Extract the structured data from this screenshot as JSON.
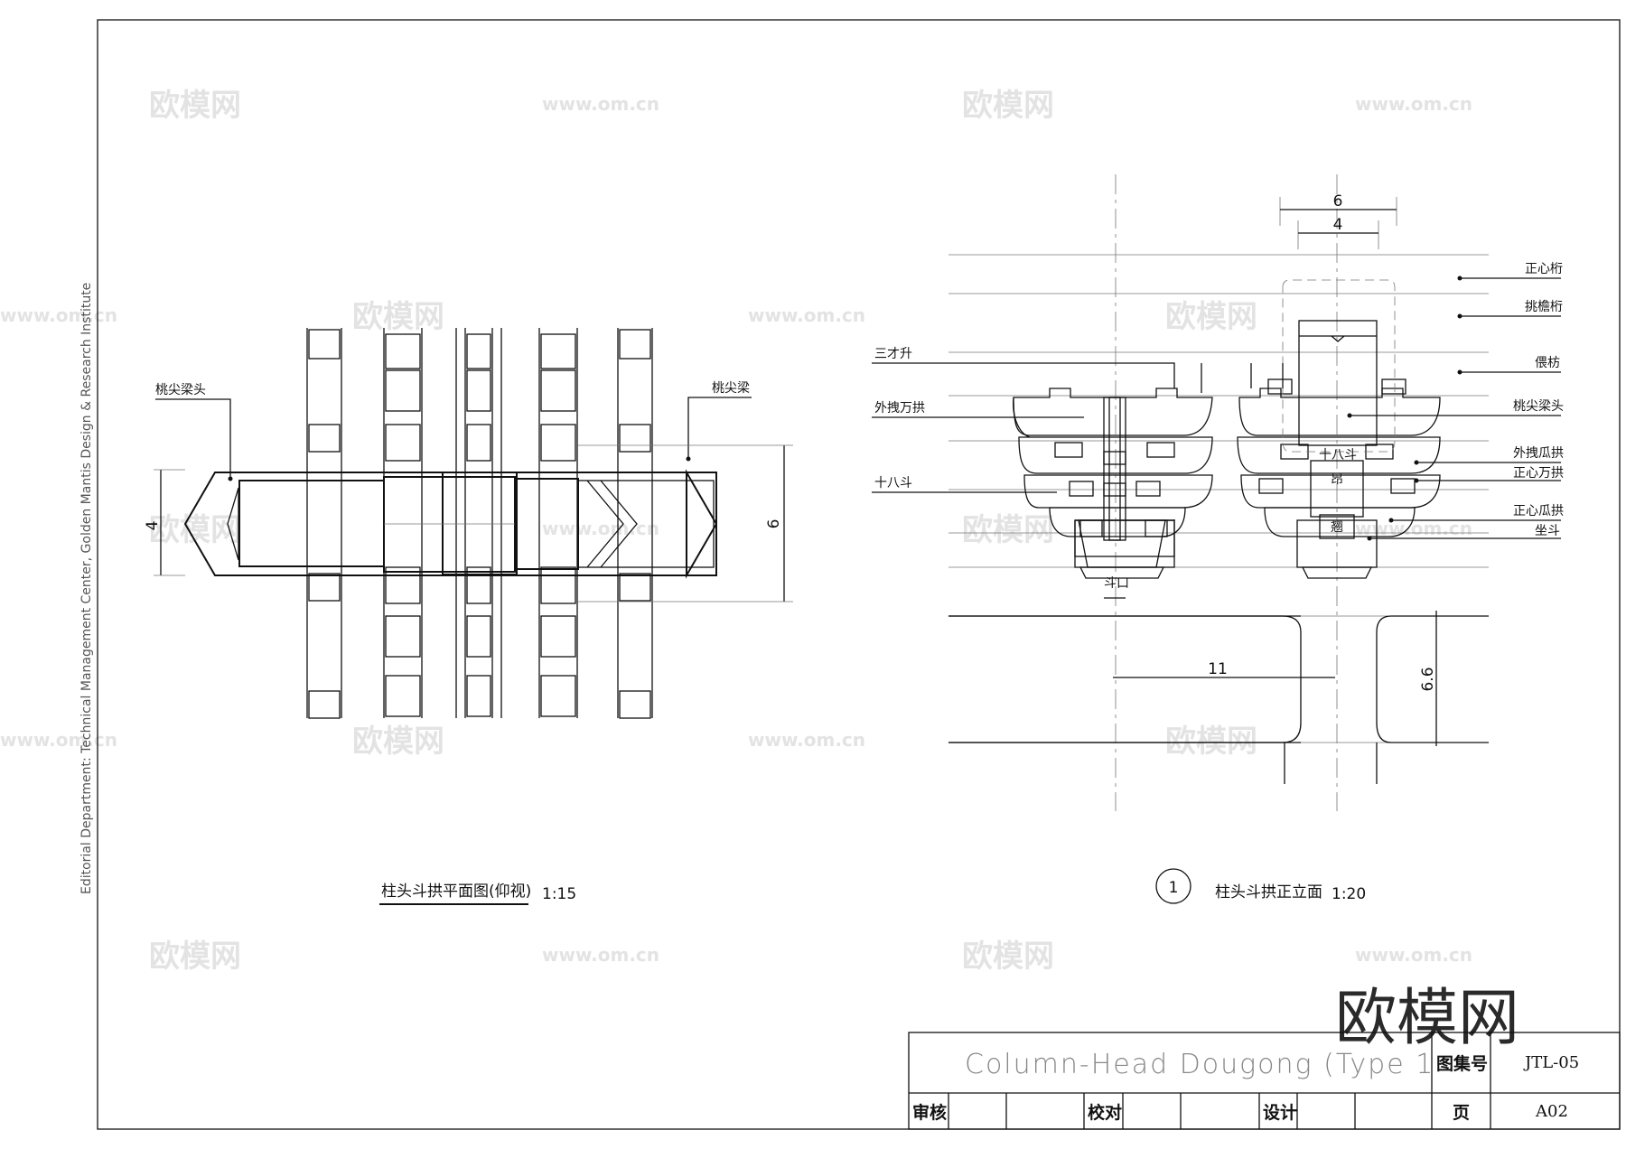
{
  "side_credit": "Editorial Department: Technical Management Center, Golden Mantis Design & Research Institute",
  "watermarks": {
    "brand": "欧模网",
    "site": "www.om.cn"
  },
  "plan_view": {
    "caption": "柱头斗拱平面图(仰视)",
    "scale": "1:15",
    "labels": {
      "left": "桃尖梁头",
      "right": "桃尖梁"
    },
    "dims": {
      "width": "4",
      "depth": "6"
    }
  },
  "elevation_view": {
    "marker": "1",
    "caption": "柱头斗拱正立面",
    "scale": "1:20",
    "labels_left": [
      "三才升",
      "外拽万拱",
      "十八斗"
    ],
    "labels_right": [
      "正心桁",
      "挑檐桁",
      "偎枋",
      "桃尖梁头",
      "外拽瓜拱",
      "正心万拱",
      "正心瓜拱",
      "坐斗"
    ],
    "inner_labels": {
      "shibadou": "十八斗",
      "ang": "昂",
      "qiao": "翘",
      "doukou": "斗口"
    },
    "dims": {
      "top_outer": "6",
      "top_inner": "4",
      "column_gap": "11",
      "beam_height": "6.6"
    }
  },
  "title_block": {
    "title": "Column-Head Dougong (Type 1",
    "atlas_label": "图集号",
    "atlas_value": "JTL-05",
    "page_label": "页",
    "page_value": "A02",
    "review": "审核",
    "check": "校对",
    "design": "设计"
  },
  "big_logo": "欧模网"
}
